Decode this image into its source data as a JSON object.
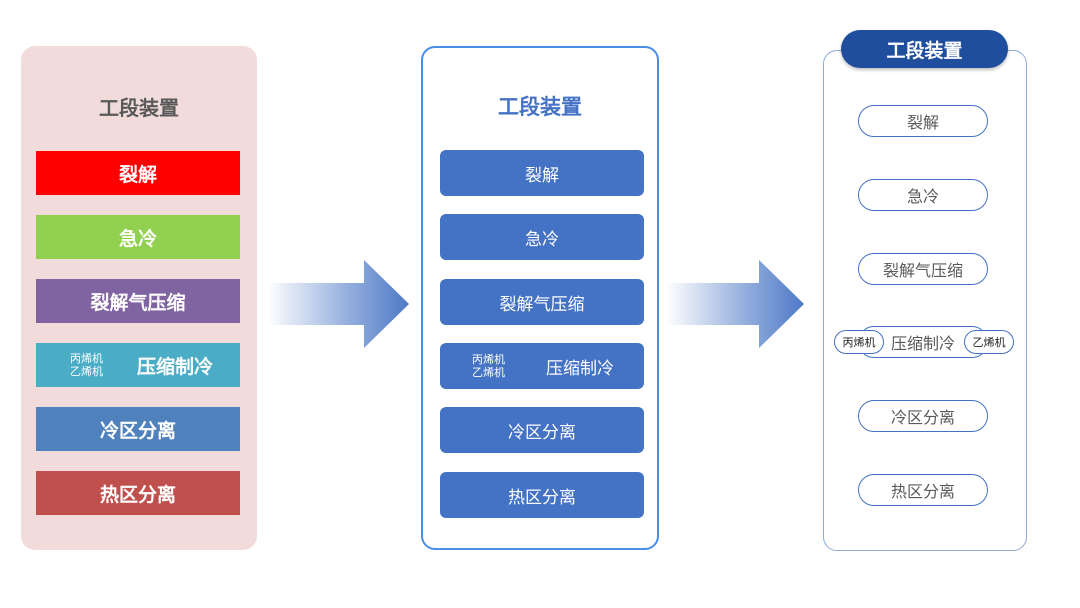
{
  "panel1": {
    "title": "工段装置",
    "rows": [
      {
        "label": "裂解",
        "color": "#ff0000"
      },
      {
        "label": "急冷",
        "color": "#92d050"
      },
      {
        "label": "裂解气压缩",
        "color": "#8064a2"
      },
      {
        "label": "压缩制冷",
        "sub": [
          "丙烯机",
          "乙烯机"
        ],
        "color": "#4bacc6"
      },
      {
        "label": "冷区分离",
        "color": "#4f81bd"
      },
      {
        "label": "热区分离",
        "color": "#c0504d"
      }
    ]
  },
  "panel2": {
    "title": "工段装置",
    "rows": [
      {
        "label": "裂解"
      },
      {
        "label": "急冷"
      },
      {
        "label": "裂解气压缩"
      },
      {
        "label": "压缩制冷",
        "sub": [
          "丙烯机",
          "乙烯机"
        ]
      },
      {
        "label": "冷区分离"
      },
      {
        "label": "热区分离"
      }
    ]
  },
  "panel3": {
    "title": "工段装置",
    "rows": [
      {
        "label": "裂解"
      },
      {
        "label": "急冷"
      },
      {
        "label": "裂解气压缩"
      },
      {
        "label": "压缩制冷",
        "left_tag": "丙烯机",
        "right_tag": "乙烯机"
      },
      {
        "label": "冷区分离"
      },
      {
        "label": "热区分离"
      }
    ]
  },
  "colors": {
    "panel1_bg": "#f2dcdb",
    "panel2_border": "#4a8fe7",
    "panel2_box": "#4472c4",
    "panel3_title_bg": "#1f4e9f",
    "arrow": "#4472c4"
  }
}
